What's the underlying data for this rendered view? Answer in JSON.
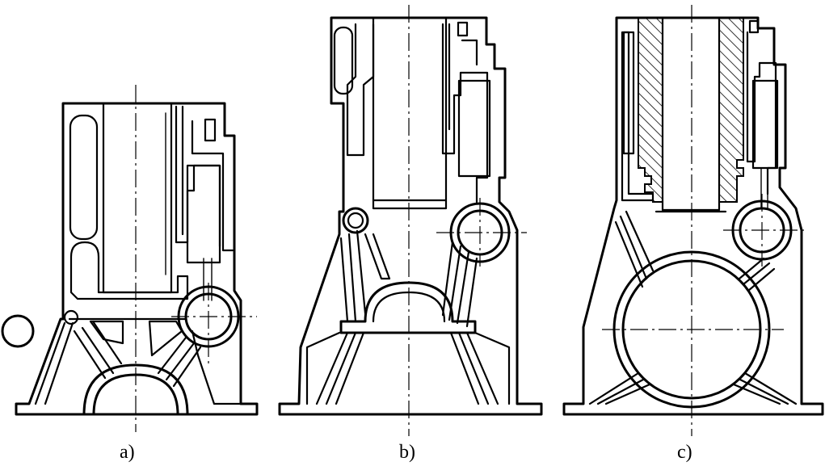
{
  "captions": {
    "a": "a)",
    "b": "b)",
    "c": "c)"
  },
  "colors": {
    "line": "#000000",
    "background": "#ffffff"
  }
}
